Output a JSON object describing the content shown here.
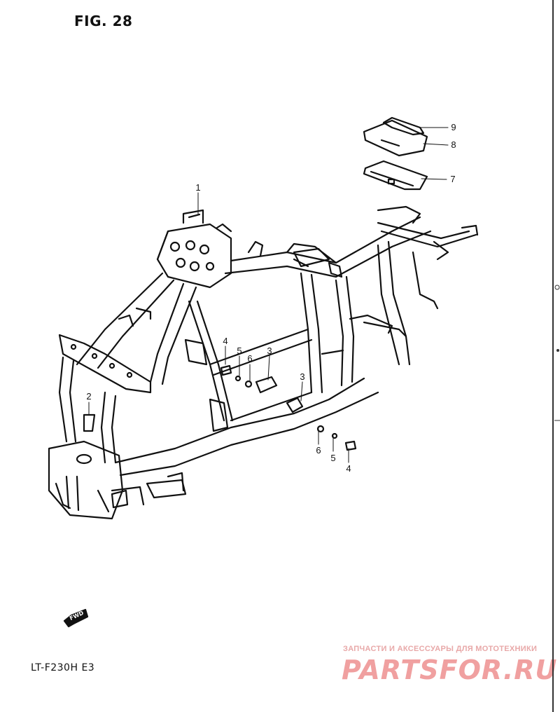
{
  "figure": {
    "title": "FIG. 28",
    "model_code": "LT-F230H  E3"
  },
  "fwd_badge": "FWD",
  "callouts": [
    {
      "id": "c1",
      "label": "1"
    },
    {
      "id": "c2",
      "label": "2"
    },
    {
      "id": "c3a",
      "label": "3"
    },
    {
      "id": "c3b",
      "label": "3"
    },
    {
      "id": "c4a",
      "label": "4"
    },
    {
      "id": "c4b",
      "label": "4"
    },
    {
      "id": "c5a",
      "label": "5"
    },
    {
      "id": "c5b",
      "label": "5"
    },
    {
      "id": "c6a",
      "label": "6"
    },
    {
      "id": "c6b",
      "label": "6"
    },
    {
      "id": "c7",
      "label": "7"
    },
    {
      "id": "c8",
      "label": "8"
    },
    {
      "id": "c9",
      "label": "9"
    }
  ],
  "watermark": {
    "tagline": "ЗАПЧАСТИ И АКСЕССУАРЫ ДЛЯ МОТОТЕХНИКИ",
    "logo": "PARTSFOR.RU",
    "color": "#f0a0a0"
  }
}
